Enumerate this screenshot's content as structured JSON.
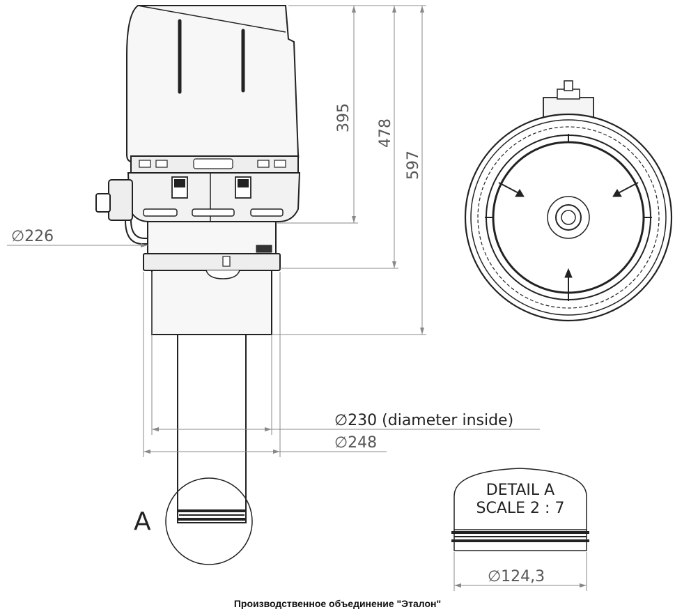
{
  "dimensions": {
    "h395": "395",
    "h478": "478",
    "h597": "597",
    "d226": "226",
    "d230": "230 (diameter inside)",
    "d248": "248",
    "d124": "124,3"
  },
  "diameter_symbol": "∅",
  "detail_marker": "A",
  "detail": {
    "line1": "DETAIL A",
    "line2": "SCALE 2 : 7"
  },
  "footer": "Производственное объединение \"Эталон\"",
  "colors": {
    "line": "#222222",
    "dim_line": "#888888",
    "fill_light": "#f5f5f5",
    "fill_mid": "#e8e8e8"
  }
}
